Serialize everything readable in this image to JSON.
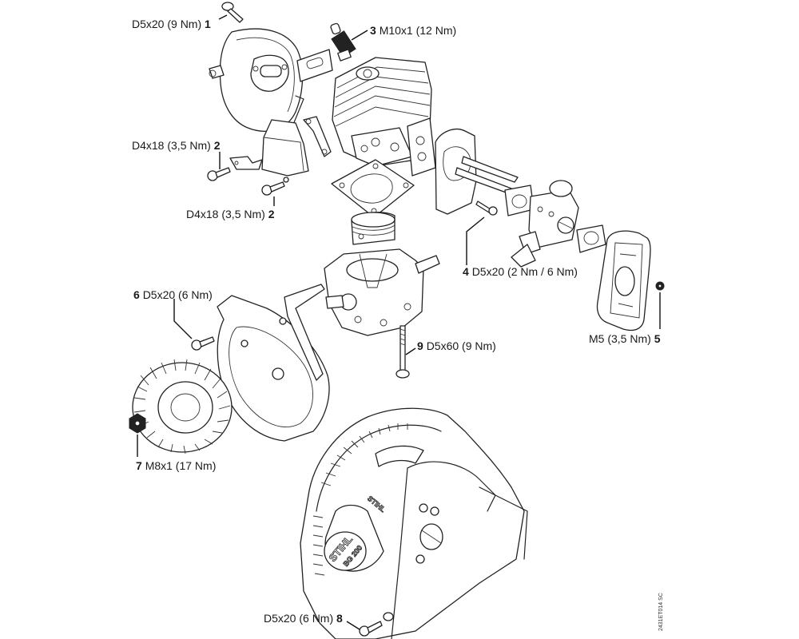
{
  "diagram": {
    "title": "Exploded view — engine assembly, tightening torques",
    "drawing_code": "2431ET014 SC",
    "brand_marks": [
      "STIHL",
      "STIHL",
      "BG 200"
    ]
  },
  "callouts": [
    {
      "number": "1",
      "spec": "D5x20 (9 Nm)",
      "part": "muffler-screw"
    },
    {
      "number": "2",
      "spec": "D4x18 (3,5 Nm)",
      "part": "ignition-module-screw-upper"
    },
    {
      "number": "2",
      "spec": "D4x18 (3,5 Nm)",
      "part": "ignition-module-screw-lower"
    },
    {
      "number": "3",
      "spec": "M10x1 (12 Nm)",
      "part": "spark-plug"
    },
    {
      "number": "4",
      "spec": "D5x20 (2 Nm / 6 Nm)",
      "part": "intake-manifold-screw"
    },
    {
      "number": "5",
      "spec": "M5 (3,5 Nm)",
      "part": "air-filter-nut"
    },
    {
      "number": "6",
      "spec": "D5x20 (6 Nm)",
      "part": "fan-housing-screw"
    },
    {
      "number": "7",
      "spec": "M8x1 (17 Nm)",
      "part": "flywheel-nut"
    },
    {
      "number": "8",
      "spec": "D5x20 (6 Nm)",
      "part": "shroud-screw"
    },
    {
      "number": "9",
      "spec": "D5x60 (9 Nm)",
      "part": "crankcase-screw"
    }
  ]
}
